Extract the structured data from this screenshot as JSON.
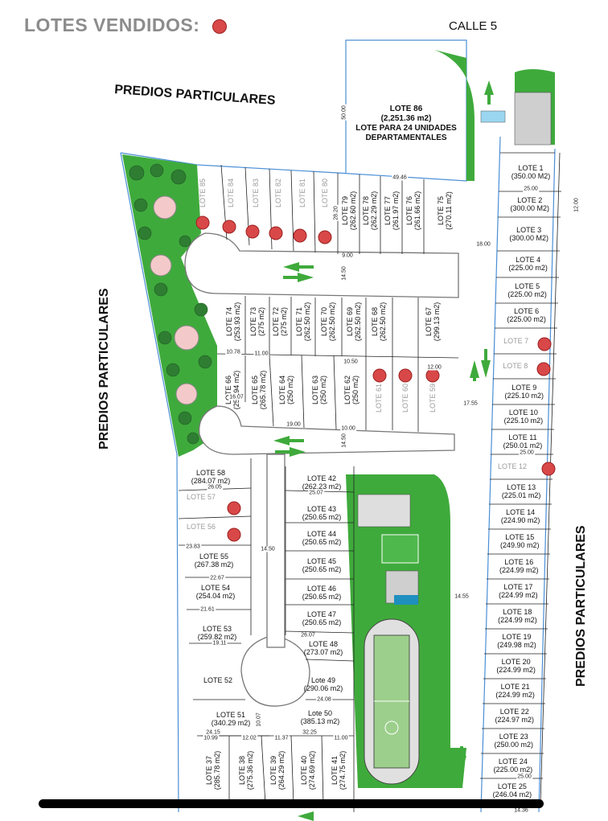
{
  "header": {
    "title": "LOTES VENDIDOS:",
    "sold_marker_color": "#d94848"
  },
  "labels": {
    "calle": "CALLE 5",
    "predios_top": "PREDIOS PARTICULARES",
    "predios_left": "PREDIOS PARTICULARES",
    "predios_right": "PREDIOS PARTICULARES"
  },
  "lote86": {
    "name": "LOTE 86",
    "size": "(2,251.36 m2)",
    "desc1": "LOTE PARA 24 UNIDADES",
    "desc2": "DEPARTAMENTALES"
  },
  "colors": {
    "green": "#3faa3c",
    "street_line": "#4a8fd6",
    "sold": "#d94848",
    "building": "#cfcfcf"
  },
  "lots_right": [
    {
      "name": "LOTE 1",
      "size": "(350.00 M2)",
      "sold": false
    },
    {
      "name": "LOTE 2",
      "size": "(300.00 M2)",
      "sold": false
    },
    {
      "name": "LOTE 3",
      "size": "(300.00 M2)",
      "sold": false
    },
    {
      "name": "LOTE 4",
      "size": "(225.00 m2)",
      "sold": false
    },
    {
      "name": "LOTE 5",
      "size": "(225.00 m2)",
      "sold": false
    },
    {
      "name": "LOTE 6",
      "size": "(225.00 m2)",
      "sold": false
    },
    {
      "name": "LOTE 7",
      "size": "",
      "sold": true
    },
    {
      "name": "LOTE 8",
      "size": "",
      "sold": true
    },
    {
      "name": "LOTE 9",
      "size": "(225.10 m2)",
      "sold": false
    },
    {
      "name": "LOTE 10",
      "size": "(225.10 m2)",
      "sold": false
    },
    {
      "name": "LOTE 11",
      "size": "(250.01 m2)",
      "sold": false
    },
    {
      "name": "LOTE 12",
      "size": "",
      "sold": true
    },
    {
      "name": "LOTE 13",
      "size": "(225.01 m2)",
      "sold": false
    },
    {
      "name": "LOTE 14",
      "size": "(224.90 m2)",
      "sold": false
    },
    {
      "name": "LOTE 15",
      "size": "(249.90 m2)",
      "sold": false
    },
    {
      "name": "LOTE 16",
      "size": "(224.99 m2)",
      "sold": false
    },
    {
      "name": "LOTE 17",
      "size": "(224.99 m2)",
      "sold": false
    },
    {
      "name": "LOTE 18",
      "size": "(224.99 m2)",
      "sold": false
    },
    {
      "name": "LOTE 19",
      "size": "(249.98 m2)",
      "sold": false
    },
    {
      "name": "LOTE 20",
      "size": "(224.99 m2)",
      "sold": false
    },
    {
      "name": "LOTE 21",
      "size": "(224.99 m2)",
      "sold": false
    },
    {
      "name": "LOTE 22",
      "size": "(224.97 m2)",
      "sold": false
    },
    {
      "name": "LOTE 23",
      "size": "(250.00 m2)",
      "sold": false
    },
    {
      "name": "LOTE 24",
      "size": "(225.00 m2)",
      "sold": false
    },
    {
      "name": "LOTE 25",
      "size": "(246.04 m2)",
      "sold": false
    }
  ],
  "lots_top_row": [
    {
      "name": "LOTE 85",
      "size": "",
      "sold": true
    },
    {
      "name": "LOTE 84",
      "size": "",
      "sold": true
    },
    {
      "name": "LOTE 83",
      "size": "",
      "sold": true
    },
    {
      "name": "LOTE 82",
      "size": "",
      "sold": true
    },
    {
      "name": "LOTE 81",
      "size": "",
      "sold": true
    },
    {
      "name": "LOTE 80",
      "size": "",
      "sold": true
    },
    {
      "name": "LOTE 79",
      "size": "(262.60 m2)",
      "sold": false
    },
    {
      "name": "LOTE 78",
      "size": "(262.29 m2)",
      "sold": false
    },
    {
      "name": "LOTE 77",
      "size": "(261.97 m2)",
      "sold": false
    },
    {
      "name": "LOTE 76",
      "size": "(261.66 m2)",
      "sold": false
    },
    {
      "name": "LOTE 75",
      "size": "(270.11 m2)",
      "sold": false
    }
  ],
  "lots_mid_row": [
    {
      "name": "LOTE 74",
      "size": "(253.93 m2)",
      "sold": false
    },
    {
      "name": "LOTE 73",
      "size": "(275 m2)",
      "sold": false
    },
    {
      "name": "LOTE 72",
      "size": "(275 m2)",
      "sold": false
    },
    {
      "name": "LOTE 71",
      "size": "(262.50 m2)",
      "sold": false
    },
    {
      "name": "LOTE 70",
      "size": "(262.50 m2)",
      "sold": false
    },
    {
      "name": "LOTE 69",
      "size": "(262.50 m2)",
      "sold": false
    },
    {
      "name": "LOTE 68",
      "size": "(262.50 m2)",
      "sold": false
    },
    {
      "name": "LOTE 67",
      "size": "(299.13 m2)",
      "sold": false
    }
  ],
  "lots_low_row": [
    {
      "name": "LOTE 66",
      "size": "(256.94 m2)",
      "sold": false
    },
    {
      "name": "LOTE 65",
      "size": "(265.78 m2)",
      "sold": false
    },
    {
      "name": "LOTE 64",
      "size": "(250 m2)",
      "sold": false
    },
    {
      "name": "LOTE 63",
      "size": "(250 m2)",
      "sold": false
    },
    {
      "name": "LOTE 62",
      "size": "(250 m2)",
      "sold": false
    },
    {
      "name": "LOTE 61",
      "size": "",
      "sold": true
    },
    {
      "name": "LOTE 60",
      "size": "",
      "sold": true
    },
    {
      "name": "LOTE 59",
      "size": "",
      "sold": true
    }
  ],
  "lots_left_col": [
    {
      "name": "LOTE 58",
      "size": "(284.07 m2)",
      "sold": false
    },
    {
      "name": "LOTE 57",
      "size": "",
      "sold": true
    },
    {
      "name": "LOTE 56",
      "size": "",
      "sold": true
    },
    {
      "name": "LOTE 55",
      "size": "(267.38 m2)",
      "sold": false
    },
    {
      "name": "LOTE 54",
      "size": "(254.04 m2)",
      "sold": false
    },
    {
      "name": "LOTE 53",
      "size": "(259.82 m2)",
      "sold": false
    },
    {
      "name": "LOTE 52",
      "size": "",
      "sold": false
    },
    {
      "name": "LOTE 51",
      "size": "(340.29 m2)",
      "sold": false
    }
  ],
  "lots_center_col": [
    {
      "name": "LOTE 42",
      "size": "(262.23 m2)",
      "sold": false
    },
    {
      "name": "LOTE 43",
      "size": "(250.65 m2)",
      "sold": false
    },
    {
      "name": "LOTE 44",
      "size": "(250.65 m2)",
      "sold": false
    },
    {
      "name": "LOTE 45",
      "size": "(250.65 m2)",
      "sold": false
    },
    {
      "name": "LOTE 46",
      "size": "(250.65 m2)",
      "sold": false
    },
    {
      "name": "LOTE 47",
      "size": "(250.65 m2)",
      "sold": false
    },
    {
      "name": "LOTE 48",
      "size": "(273.07 m2)",
      "sold": false
    },
    {
      "name": "Lote 49",
      "size": "(290.06 m2)",
      "sold": false
    },
    {
      "name": "Lote 50",
      "size": "(385.13 m2)",
      "sold": false
    }
  ],
  "lots_bottom_row": [
    {
      "name": "LOTE 37",
      "size": "(285.78 m2)",
      "sold": false
    },
    {
      "name": "LOTE 38",
      "size": "(275.36 m2)",
      "sold": false
    },
    {
      "name": "LOTE 39",
      "size": "(264.29 m2)",
      "sold": false
    },
    {
      "name": "LOTE 40",
      "size": "(274.69 m2)",
      "sold": false
    },
    {
      "name": "LOTE 41",
      "size": "(274.75 m2)",
      "sold": false
    }
  ],
  "dimensions": {
    "d_50": "50.00",
    "d_28_20": "28.20",
    "d_49_46": "49.46",
    "d_25_00a": "25.00",
    "d_12_00": "12.00",
    "d_18_00": "18.00",
    "d_14_50a": "14.50",
    "d_9_00": "9.00",
    "d_17_55": "17.55",
    "d_10_78": "10.78",
    "d_11_00": "11.00",
    "d_10_50": "10.50",
    "d_12_00b": "12.00",
    "d_16_07": "16.07",
    "d_19_00": "19.00",
    "d_10_00": "10.00",
    "d_25_00b": "25.00",
    "d_14_50b": "14.50",
    "d_26_05": "26.05",
    "d_23_83": "23.83",
    "d_14_50c": "14.50",
    "d_22_67": "22.67",
    "d_21_61": "21.61",
    "d_19_11": "19.11",
    "d_25_07": "25.07",
    "d_26_07": "26.07",
    "d_24_08": "24.08",
    "d_14_55": "14.55",
    "d_10_99": "10.99",
    "d_12_02": "12.02",
    "d_11_37": "11.37",
    "d_24_15": "24.15",
    "d_32_25": "32.25",
    "d_10_07": "10.07",
    "d_14_36": "14.36",
    "d_25_00c": "25.00"
  }
}
